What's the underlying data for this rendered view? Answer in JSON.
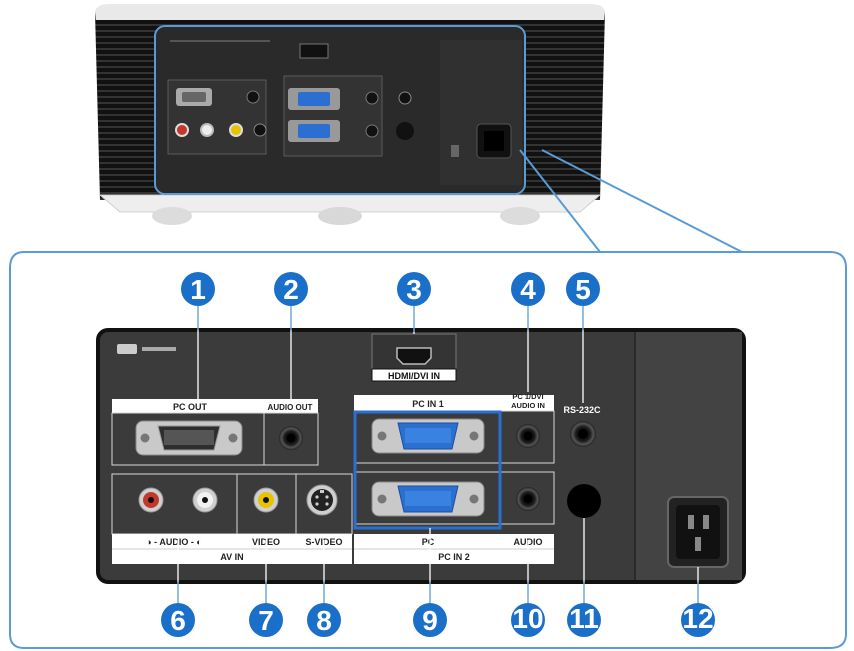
{
  "diagram": {
    "port_labels": {
      "pc_out": "PC OUT",
      "audio_out": "AUDIO OUT",
      "hdmi_dvi_in": "HDMI/DVI IN",
      "pc_in_1": "PC IN 1",
      "pc_dvi_audio_in_line1": "PC 1/DVI",
      "pc_dvi_audio_in_line2": "AUDIO IN",
      "rs232c": "RS-232C",
      "audio_lr": "◑ - AUDIO - ◐",
      "video": "VIDEO",
      "s_video": "S-VIDEO",
      "av_in": "AV IN",
      "pc": "PC",
      "audio": "AUDIO",
      "pc_in_2": "PC IN 2"
    },
    "callouts": [
      "1",
      "2",
      "3",
      "4",
      "5",
      "6",
      "7",
      "8",
      "9",
      "10",
      "11",
      "12"
    ],
    "colors": {
      "callout": "#1a6fc9",
      "outline": "#5b9bd5",
      "panel": "#3b3b3b",
      "vga": "#2b6fd1"
    },
    "icons": [
      "vga-port-icon",
      "audio-jack-icon",
      "rca-jack-icon",
      "s-video-port-icon",
      "hdmi-port-icon",
      "power-socket-icon",
      "sensor-icon"
    ]
  }
}
